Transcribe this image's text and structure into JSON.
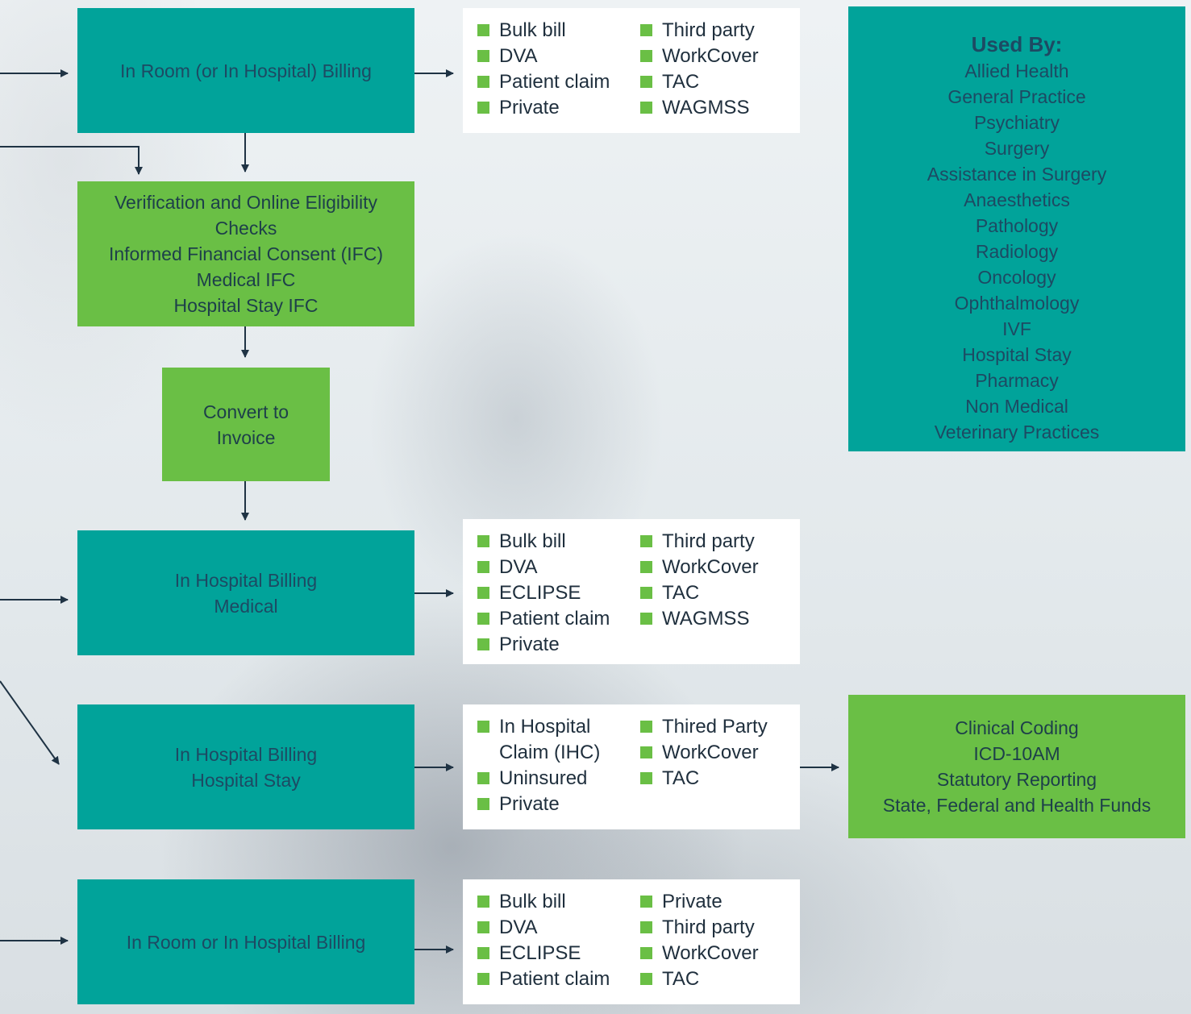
{
  "colors": {
    "teal": "#01a39a",
    "green": "#6abf45",
    "arrow": "#1f3344",
    "text_dark": "#1d4a63"
  },
  "flow": {
    "in_room_billing": "In Room (or In Hospital) Billing",
    "verification": [
      "Verification and Online Eligibility",
      "Checks",
      "Informed Financial Consent (IFC)",
      "Medical IFC",
      "Hospital Stay IFC"
    ],
    "convert": [
      "Convert to",
      "Invoice"
    ],
    "in_hospital_medical": [
      "In Hospital Billing",
      "Medical"
    ],
    "in_hospital_stay": [
      "In Hospital Billing",
      "Hospital Stay"
    ],
    "in_room_or_hospital": "In Room or In Hospital Billing"
  },
  "lists": {
    "list1": {
      "col1": [
        "Bulk bill",
        "DVA",
        "Patient claim",
        "Private"
      ],
      "col2": [
        "Third party",
        "WorkCover",
        "TAC",
        "WAGMSS"
      ]
    },
    "list2": {
      "col1": [
        "Bulk bill",
        "DVA",
        "ECLIPSE",
        "Patient claim",
        "Private"
      ],
      "col2": [
        "Third party",
        "WorkCover",
        "TAC",
        "WAGMSS"
      ]
    },
    "list3": {
      "col1": [
        "In Hospital",
        "Uninsured",
        "Private"
      ],
      "col1_continuation": "Claim (IHC)",
      "col2": [
        "Thired Party",
        "WorkCover",
        "TAC"
      ]
    },
    "list4": {
      "col1": [
        "Bulk bill",
        "DVA",
        "ECLIPSE",
        "Patient claim"
      ],
      "col2": [
        "Private",
        "Third party",
        "WorkCover",
        "TAC"
      ]
    }
  },
  "used_by": {
    "title": "Used By:",
    "items": [
      "Allied Health",
      "General Practice",
      "Psychiatry",
      "Surgery",
      "Assistance in Surgery",
      "Anaesthetics",
      "Pathology",
      "Radiology",
      "Oncology",
      "Ophthalmology",
      "IVF",
      "Hospital Stay",
      "Pharmacy",
      "Non Medical",
      "Veterinary Practices"
    ]
  },
  "clinical_coding": [
    "Clinical Coding",
    "ICD-10AM",
    "Statutory Reporting",
    "State, Federal and Health Funds"
  ]
}
